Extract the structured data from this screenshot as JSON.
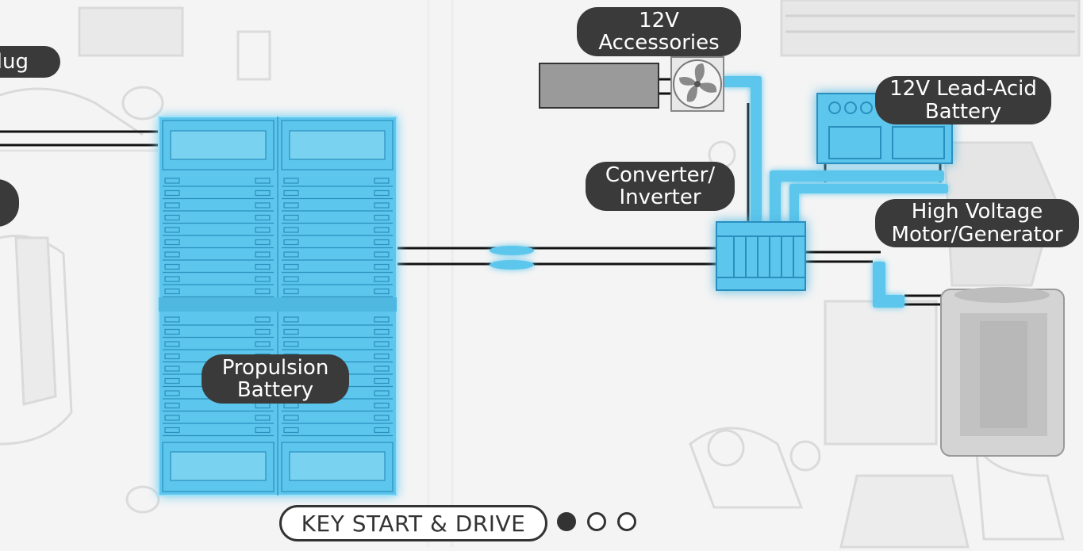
{
  "labels": {
    "plug": "lug",
    "accessories": [
      "12V",
      "Accessories"
    ],
    "lead_acid": [
      "12V Lead-Acid",
      "Battery"
    ],
    "converter": [
      "Converter/",
      "Inverter"
    ],
    "motor": [
      "High Voltage",
      "Motor/Generator"
    ],
    "propulsion": [
      "Propulsion",
      "Battery"
    ]
  },
  "mode": {
    "title": "KEY START & DRIVE",
    "page_dots": [
      true,
      false,
      false
    ]
  },
  "colors": {
    "highlight": "#5cc6ec",
    "glow": "#8fdcf7",
    "label_bg": "#3a3a3a",
    "wire": "#111111"
  }
}
